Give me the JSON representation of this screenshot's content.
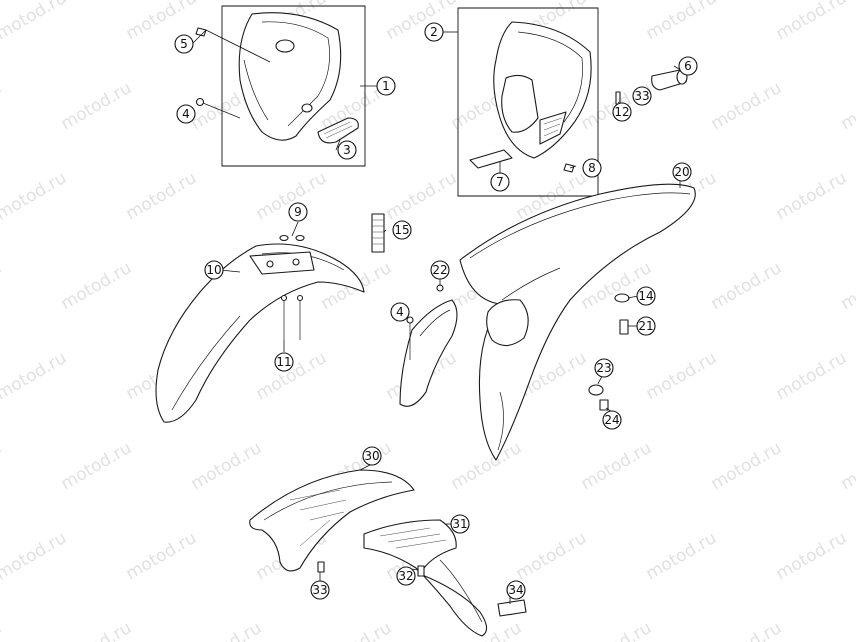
{
  "watermark": {
    "text": "motod.ru"
  },
  "callouts": [
    {
      "label": "1"
    },
    {
      "label": "2"
    },
    {
      "label": "3"
    },
    {
      "label": "4"
    },
    {
      "label": "5"
    },
    {
      "label": "6"
    },
    {
      "label": "7"
    },
    {
      "label": "8"
    },
    {
      "label": "9"
    },
    {
      "label": "10"
    },
    {
      "label": "11"
    },
    {
      "label": "12"
    },
    {
      "label": "14"
    },
    {
      "label": "15"
    },
    {
      "label": "20"
    },
    {
      "label": "21"
    },
    {
      "label": "22"
    },
    {
      "label": "23"
    },
    {
      "label": "24"
    },
    {
      "label": "30"
    },
    {
      "label": "31"
    },
    {
      "label": "32"
    },
    {
      "label": "33"
    },
    {
      "label": "34"
    },
    {
      "label": "33"
    },
    {
      "label": "4"
    }
  ]
}
